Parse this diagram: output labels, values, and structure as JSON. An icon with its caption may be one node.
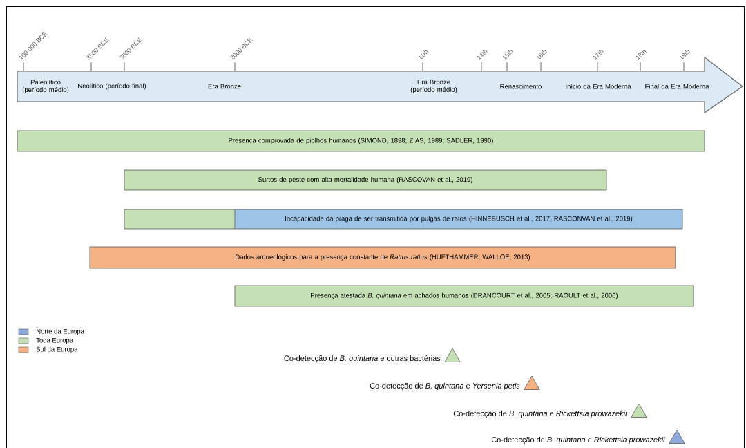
{
  "diagram": {
    "nodes": [
      {
        "text": [
          "Paleolítico (período médio)",
          "Neolítico (período final)",
          "Era Bronze",
          "Era Bronze (período médio)",
          "Renascimento",
          "Início da Era Moderna",
          "Final da Era Moderna"
        ]
      },
      {
        "text": [
          "Presença comprovada de piolhos humanos (SIMOND, 1898; ZIAS, 1989; SADLER, 1990)"
        ]
      },
      {
        "text": [
          "Surtos de peste com alta mortalidade humana (RASCOVAN et al., 2019)"
        ]
      },
      {
        "text": [
          "Incapacidade da praga de ser transmitida por pulgas de ratos (HINNEBUSCH et al., 2017; RASCONVAN et al., 2019)"
        ]
      },
      {
        "text": [
          "Dados arqueológicos para a presença constante de *Rattus rattus* (HUFTHAMMER; WALLOE, 2013)"
        ]
      },
      {
        "text": [
          "Presença atestada *B. quintana* em achados humanos (DRANCOURT et al., 2005; RAOULT et al., 2006)"
        ]
      },
      {
        "text": [],
        "shape": "triangle",
        "beside": [
          "Co-detecção de *B. quintana* e outras bactérias"
        ]
      },
      {
        "text": [],
        "shape": "triangle",
        "beside": [
          "Co-detecção de *B. quintana* e *Yersenia petis*"
        ]
      },
      {
        "text": [],
        "shape": "triangle",
        "beside": [
          "Co-detecção de *B. quintana* e *Rickettsia prowazekii*"
        ]
      },
      {
        "text": [],
        "shape": "triangle",
        "beside": [
          "Co-detecção de *B. quintana* e *Rickettsia prowazekii*"
        ]
      }
    ],
    "labels": [
      "100 000 BCE",
      "3500 BCE",
      "3000 BCE",
      "2000 BCE",
      "11th",
      "14th",
      "15th",
      "16th",
      "17th",
      "18th",
      "19th"
    ],
    "legend": [
      {
        "text": "Norte da Europa",
        "color": "#8ea9db"
      },
      {
        "text": "Toda Europa",
        "color": "#c5e0b4"
      },
      {
        "text": "Sul da Europa",
        "color": "#f4b183"
      }
    ]
  }
}
